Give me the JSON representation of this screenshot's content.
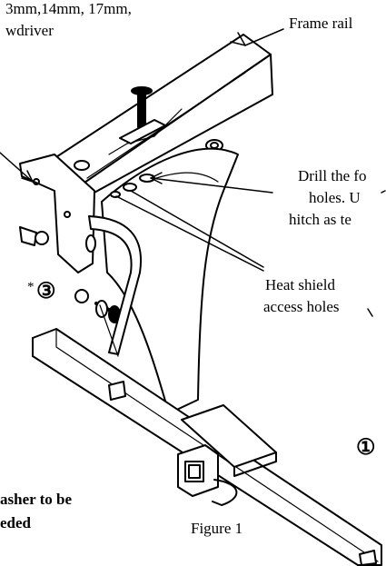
{
  "labels": {
    "tools_line1": "3mm,14mm, 17mm,",
    "tools_line2": "wdriver",
    "frame_rail": "Frame rail",
    "drill_line1": "Drill the fo",
    "drill_line2": "holes.  U",
    "drill_line3": "hitch as te",
    "heat_shield_line1": "Heat shield",
    "heat_shield_line2": "access holes",
    "asterisk": "*",
    "circle_3": "③",
    "circle_1": "①",
    "washer_line1": "asher to be",
    "washer_line2": "eded",
    "figure_caption": "Figure 1"
  }
}
